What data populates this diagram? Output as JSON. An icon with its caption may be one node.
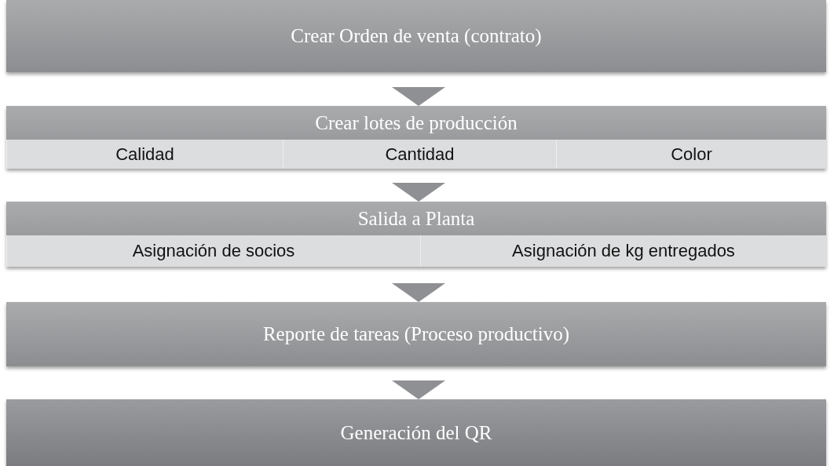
{
  "diagram": {
    "nodes": [
      {
        "text": [
          "Crear Orden de venta (contrato)"
        ]
      },
      {
        "text": [
          "Crear lotes de producción"
        ]
      },
      {
        "text": [
          "Calidad"
        ],
        "in": 1
      },
      {
        "text": [
          "Cantidad"
        ],
        "in": 1
      },
      {
        "text": [
          "Color"
        ],
        "in": 1
      },
      {
        "text": [
          "Salida a Planta"
        ]
      },
      {
        "text": [
          "Asignación de socios"
        ],
        "in": 5
      },
      {
        "text": [
          "Asignación de kg entregados"
        ],
        "in": 5
      },
      {
        "text": [
          "Reporte de tareas (Proceso productivo)"
        ]
      },
      {
        "text": [
          "Generación del QR"
        ]
      }
    ],
    "edges": [
      {
        "from": 0,
        "to": 1,
        "arrow": "to"
      },
      {
        "from": 1,
        "to": 5,
        "arrow": "to"
      },
      {
        "from": 5,
        "to": 8,
        "arrow": "to"
      },
      {
        "from": 8,
        "to": 9,
        "arrow": "to"
      }
    ]
  }
}
